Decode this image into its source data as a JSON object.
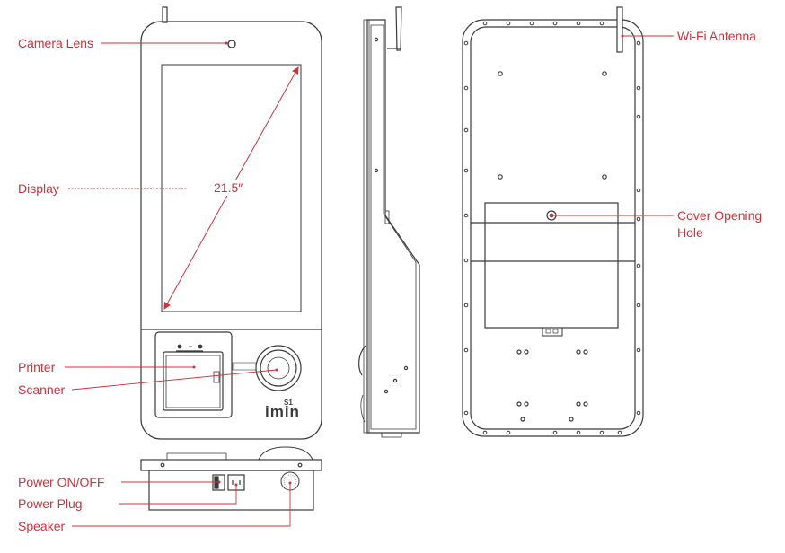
{
  "accent": "#d0333c",
  "line_color": "#3a3a3a",
  "screen_size": "21.5″",
  "brand": {
    "model": "S1",
    "logo_text": "imin"
  },
  "labels": {
    "camera_lens": "Camera Lens",
    "display": "Display",
    "printer": "Printer",
    "scanner": "Scanner",
    "power_switch": "Power ON/OFF",
    "power_plug": "Power Plug",
    "speaker": "Speaker",
    "wifi_antenna": "Wi-Fi Antenna",
    "cover_opening_hole_line1": "Cover Opening",
    "cover_opening_hole_line2": "Hole"
  }
}
